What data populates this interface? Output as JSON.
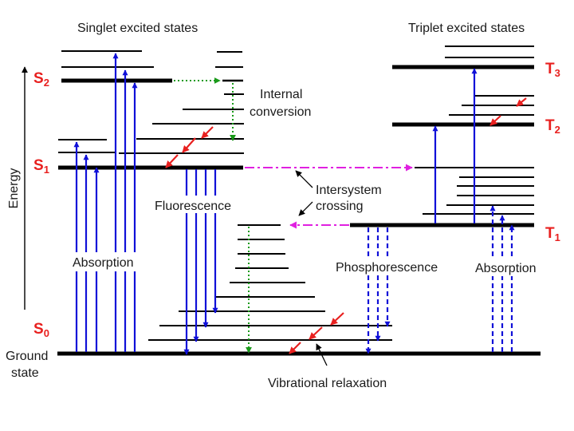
{
  "labels": {
    "singlet_header": "Singlet excited states",
    "triplet_header": "Triplet excited states",
    "energy_axis": "Energy",
    "ground_state_line1": "Ground",
    "ground_state_line2": "state",
    "internal_conversion_line1": "Internal",
    "internal_conversion_line2": "conversion",
    "intersystem_crossing_line1": "Intersystem",
    "intersystem_crossing_line2": "crossing",
    "fluorescence": "Fluorescence",
    "absorption_singlet": "Absorption",
    "phosphorescence": "Phosphorescence",
    "absorption_triplet": "Absorption",
    "vibrational_relaxation": "Vibrational relaxation"
  },
  "states": {
    "s2": {
      "letter": "S",
      "sub": "2"
    },
    "s1": {
      "letter": "S",
      "sub": "1"
    },
    "s0": {
      "letter": "S",
      "sub": "0"
    },
    "t3": {
      "letter": "T",
      "sub": "3"
    },
    "t2": {
      "letter": "T",
      "sub": "2"
    },
    "t1": {
      "letter": "T",
      "sub": "1"
    }
  },
  "colors": {
    "absorption": "#1010d8",
    "relaxation": "#e8201f",
    "internal_conversion": "#1a9a1a",
    "intersystem_crossing": "#e020e0",
    "state_label": "#e8201f",
    "level_line": "#000000"
  }
}
